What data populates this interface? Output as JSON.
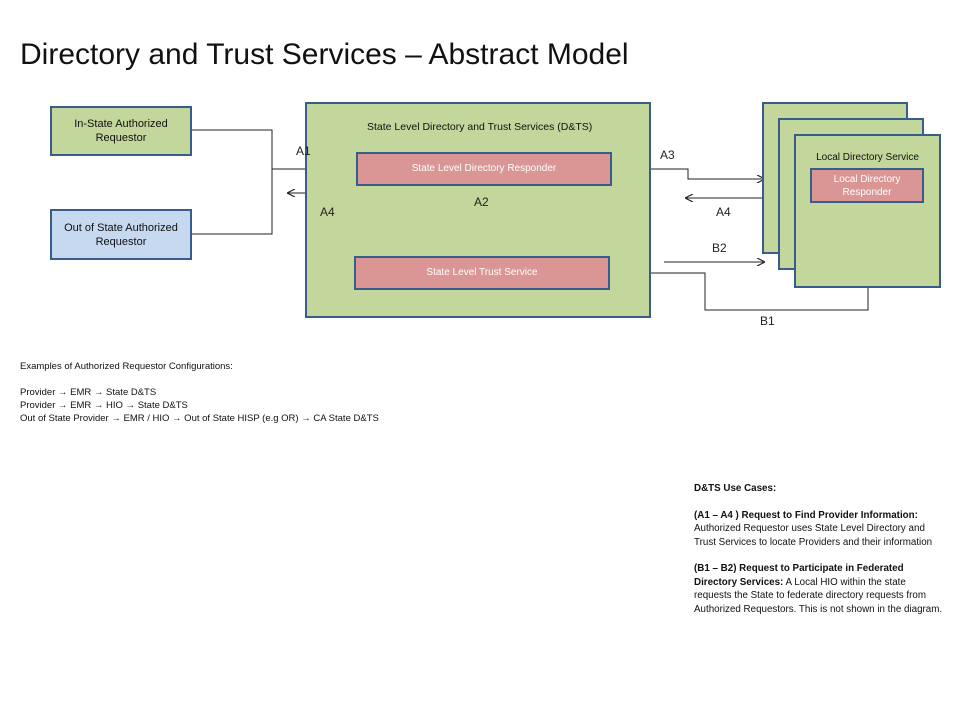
{
  "title": "Directory and Trust Services – Abstract Model",
  "requestors": {
    "in_state": "In-State Authorized Requestor",
    "out_of_state": "Out of State Authorized Requestor"
  },
  "state_dts": {
    "label": "State Level Directory and Trust Services (D&TS)",
    "directory_responder": "State Level Directory Responder",
    "trust_service": "State Level Trust Service"
  },
  "local": {
    "label": "Local Directory Service",
    "responder": "Local Directory Responder"
  },
  "flow_labels": {
    "a1": "A1",
    "a2": "A2",
    "a3": "A3",
    "a4_left": "A4",
    "a4_right": "A4",
    "b1": "B1",
    "b2": "B2"
  },
  "examples": {
    "heading": "Examples of Authorized Requestor Configurations:",
    "lines": [
      "Provider  →  EMR  →  State D&TS",
      "Provider  →  EMR  →  HIO  →  State D&TS",
      "Out of State Provider  →  EMR / HIO  →  Out of State HISP (e.g OR)  →  CA State D&TS"
    ]
  },
  "use_cases": {
    "heading": "D&TS Use Cases:",
    "a_title": "(A1 – A4 ) Request to Find Provider Information:",
    "a_text": " Authorized Requestor uses State Level Directory and Trust Services to locate Providers and their information",
    "b_title": "(B1 – B2) Request to Participate in Federated Directory Services:",
    "b_text": " A Local HIO within the state requests the State to federate directory requests from Authorized Requestors. This is not shown in the diagram."
  },
  "colors": {
    "green_fill": "#c3d69b",
    "blue_fill": "#c6d9f1",
    "pink_fill": "#d99694",
    "border_blue": "#385d8a",
    "u_arrow": "#2e75b6"
  }
}
